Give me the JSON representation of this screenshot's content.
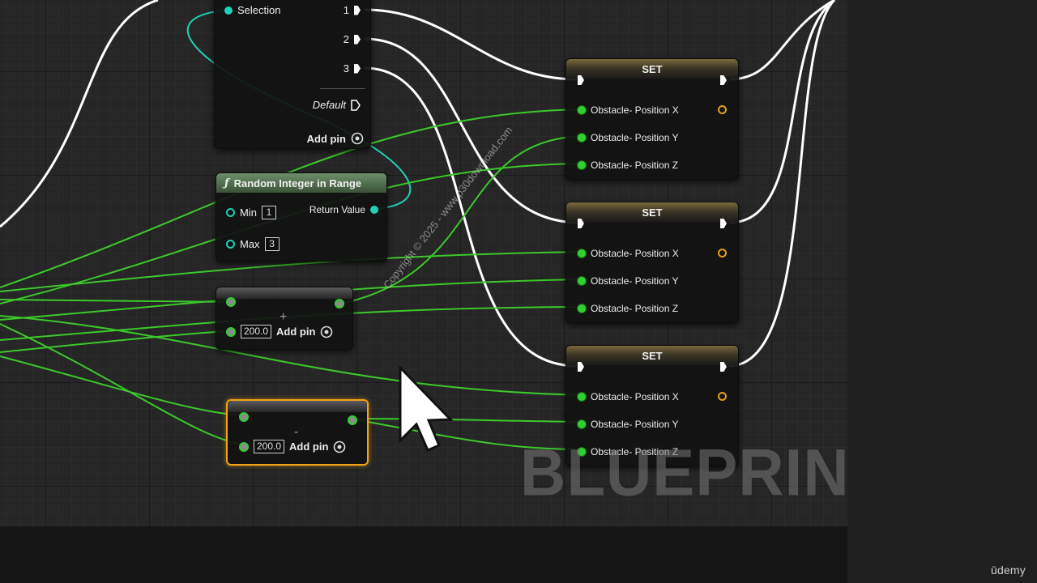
{
  "switch_node": {
    "selection_label": "Selection",
    "outputs": [
      "1",
      "2",
      "3"
    ],
    "default_label": "Default",
    "add_pin_label": "Add pin"
  },
  "random_node": {
    "title": "Random Integer in Range",
    "icon": "function-icon",
    "min_label": "Min",
    "min_value": "1",
    "max_label": "Max",
    "max_value": "3",
    "return_label": "Return Value"
  },
  "multiply_node_1": {
    "value": "200.0",
    "add_pin_label": "Add pin"
  },
  "multiply_node_2": {
    "value": "200.0",
    "add_pin_label": "Add pin"
  },
  "set_nodes": [
    {
      "title": "SET",
      "pins": [
        "Obstacle- Position X",
        "Obstacle- Position Y",
        "Obstacle- Position Z"
      ]
    },
    {
      "title": "SET",
      "pins": [
        "Obstacle- Position X",
        "Obstacle- Position Y",
        "Obstacle- Position Z"
      ]
    },
    {
      "title": "SET",
      "pins": [
        "Obstacle- Position X",
        "Obstacle- Position Y",
        "Obstacle- Position Z"
      ]
    }
  ],
  "watermark": "BLUEPRINT",
  "copyright": "Copyright © 2025 - www.p30download.com",
  "brand": "ūdemy",
  "colors": {
    "exec_wire": "#ffffff",
    "float_wire": "#3cc92b",
    "int_wire": "#1fd1b6",
    "set_header": "#7a6a3a",
    "selection_outline": "#f2a318"
  }
}
